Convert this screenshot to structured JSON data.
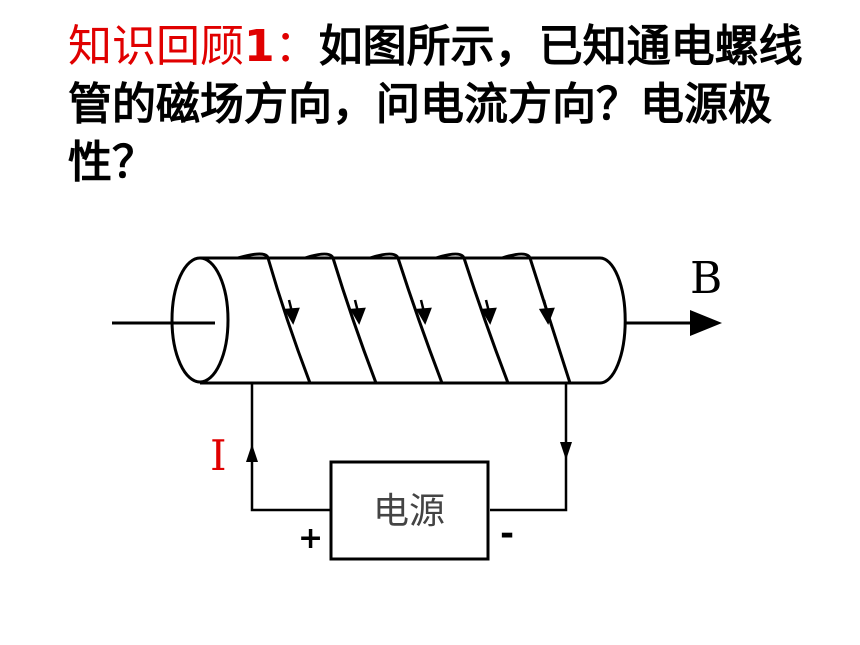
{
  "question": {
    "prefix": "知识回顾",
    "number": "1",
    "colon": "：",
    "text": "如图所示，已知通电螺线管的磁场方向，问电流方向？电源极性？"
  },
  "diagram": {
    "field_label": "B",
    "current_label": "I",
    "source_label": "电源",
    "positive_label": "+",
    "negative_label": "-"
  },
  "colors": {
    "prefix": "#e00000",
    "current_label": "#e00000",
    "line": "#000000",
    "source_text": "#444444"
  }
}
